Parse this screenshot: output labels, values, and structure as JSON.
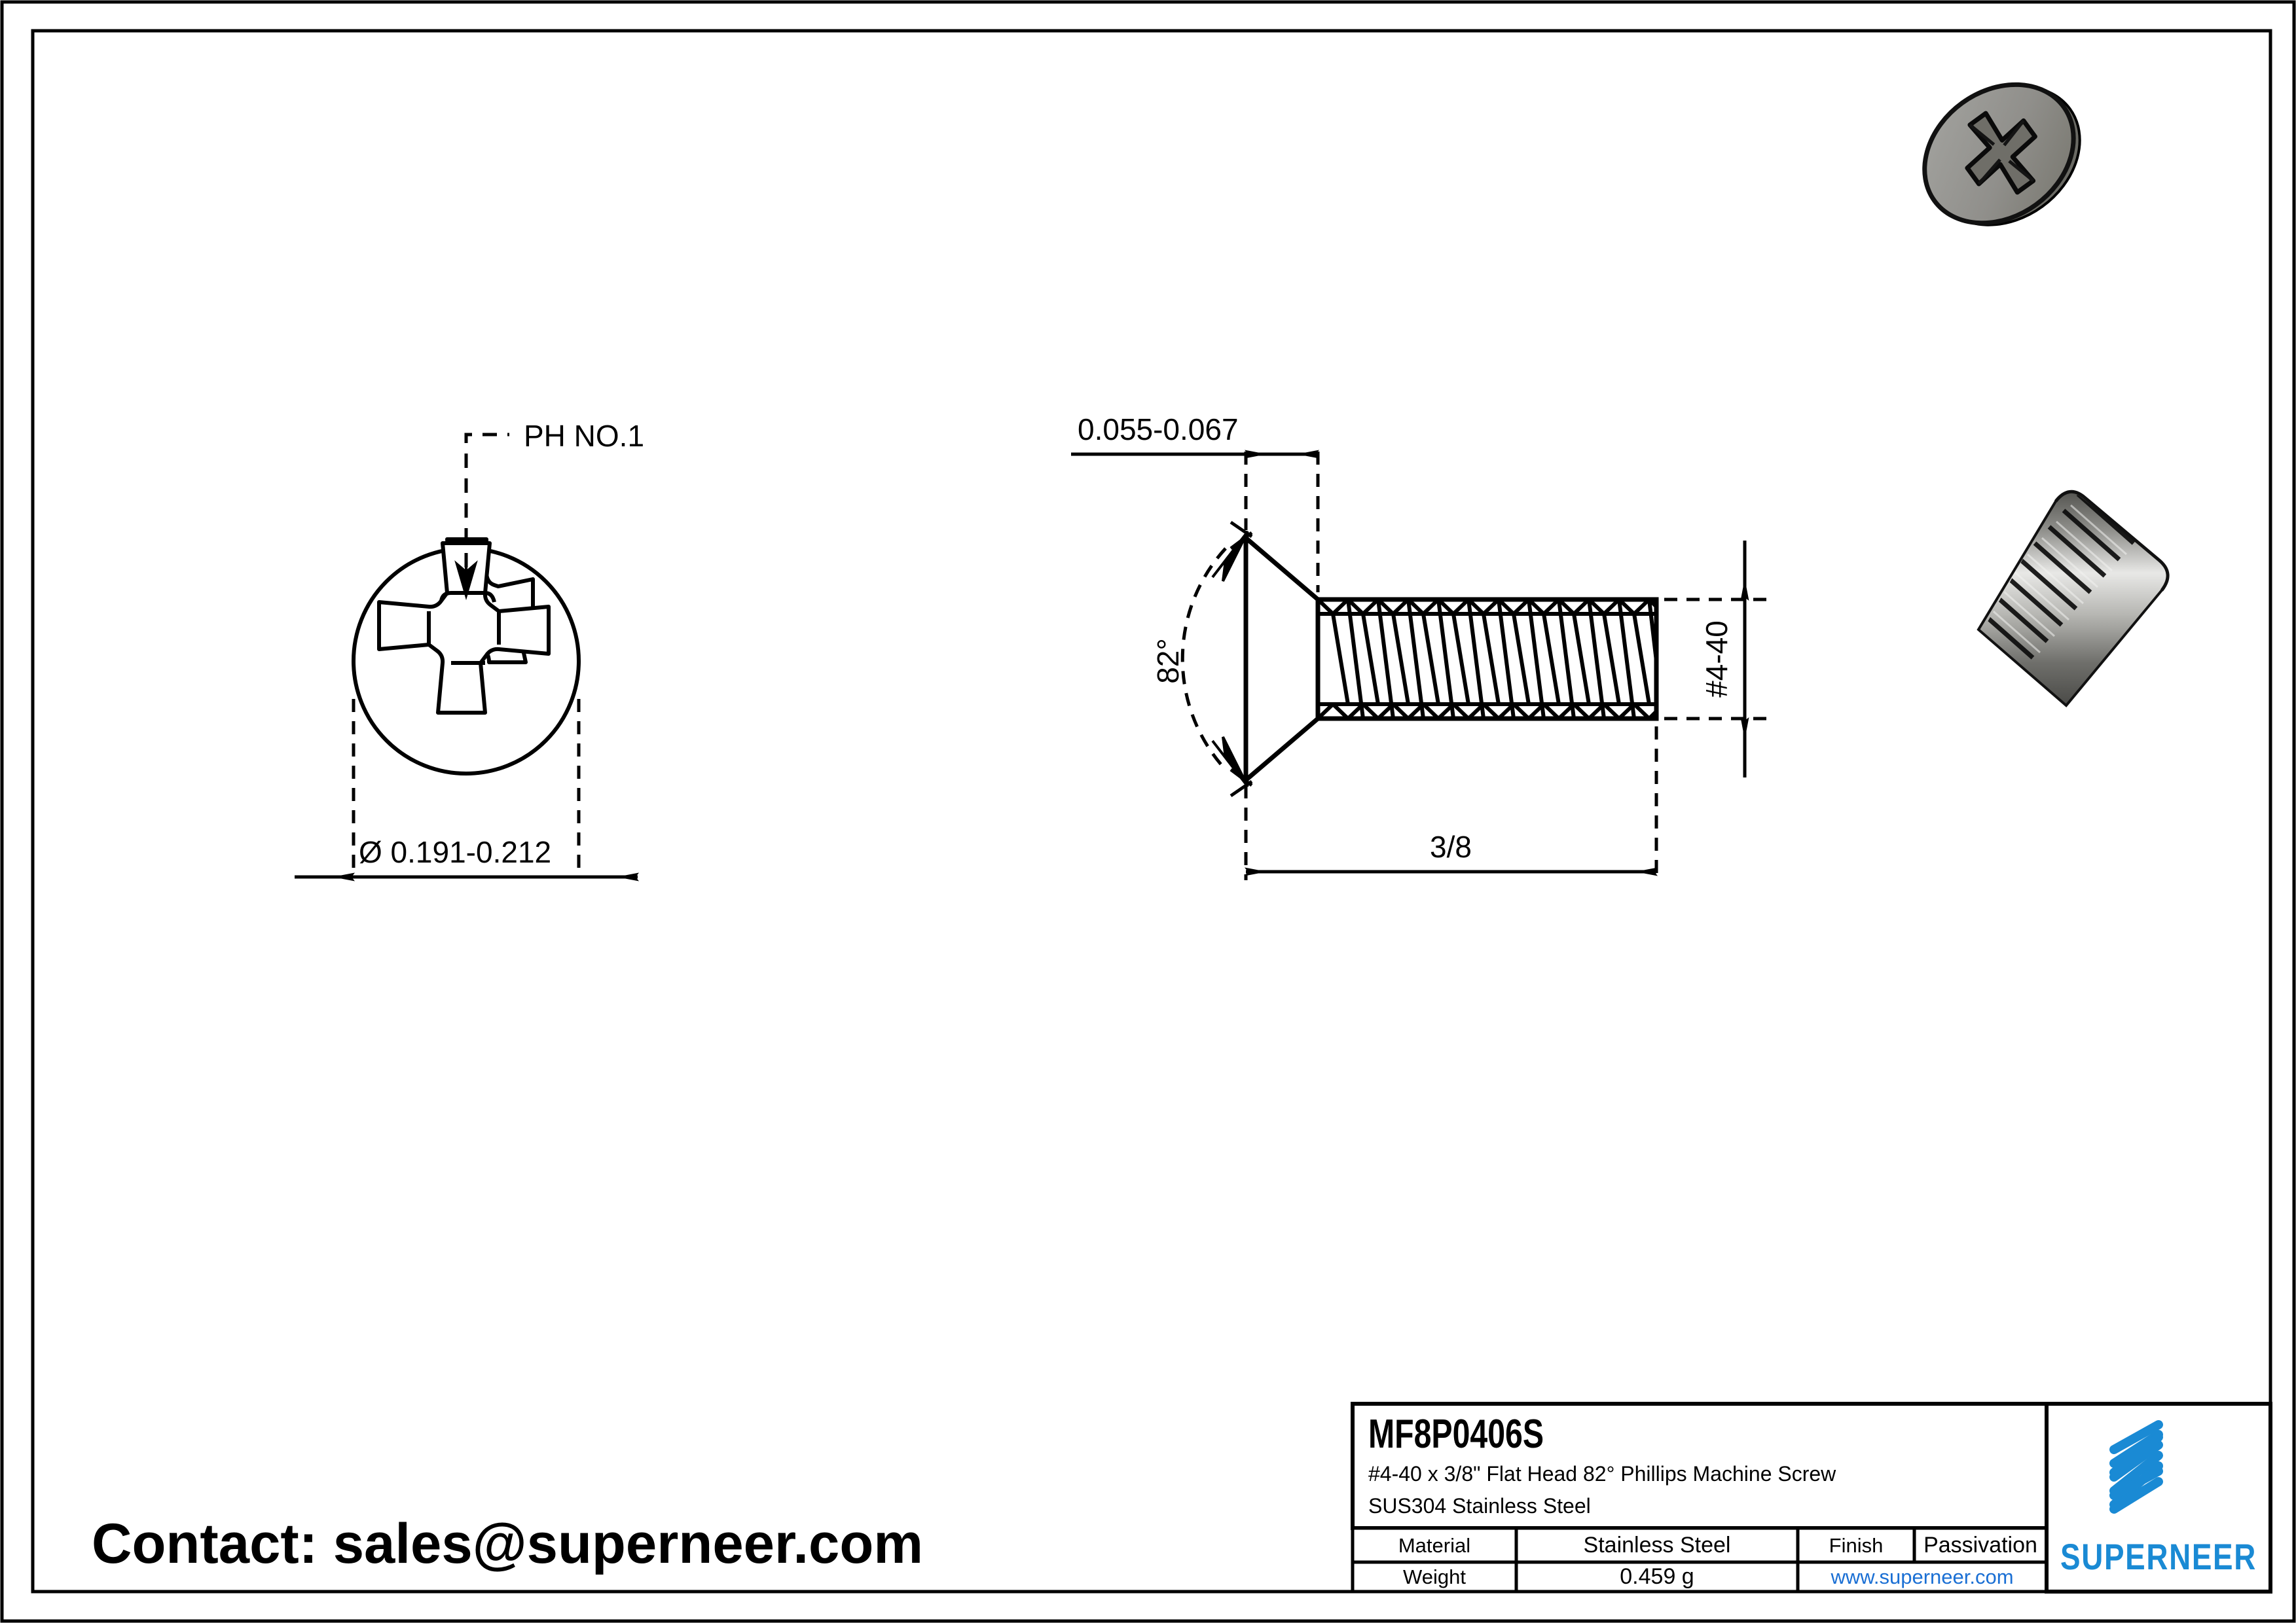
{
  "document": {
    "kind": "engineering-drawing",
    "sheet_border": true
  },
  "views": {
    "end_view": {
      "name": "Phillips drive end view",
      "drive_callout": "PH NO.1",
      "head_diameter_dim": "Ø 0.191-0.212"
    },
    "side_view": {
      "name": "Side profile view",
      "head_height_dim": "0.055-0.067",
      "head_angle_dim": "82°",
      "length_dim": "3/8",
      "thread_dim": "#4-40"
    },
    "iso_view": {
      "name": "3D isometric render of flat head Phillips machine screw"
    }
  },
  "contact": {
    "label": "Contact: sales@superneer.com"
  },
  "title_block": {
    "part_number": "MF8P0406S",
    "description_line1": "#4-40 x 3/8\" Flat Head 82° Phillips Machine Screw",
    "description_line2": "SUS304 Stainless Steel",
    "rows": [
      {
        "label": "Material",
        "value": "Stainless Steel",
        "label2": "Finish",
        "value2": "Passivation"
      },
      {
        "label": "Weight",
        "value": "0.459 g",
        "link": "www.superneer.com"
      }
    ],
    "material_label": "Material",
    "material_value": "Stainless Steel",
    "finish_label": "Finish",
    "finish_value": "Passivation",
    "weight_label": "Weight",
    "weight_value": "0.459 g",
    "website": "www.superneer.com"
  },
  "brand": {
    "name": "SUPERNEER",
    "logo_name": "superneer-logo-bars",
    "accent_color": "#1a8ad4",
    "link_color": "#1a6fd4"
  },
  "colors": {
    "line": "#000000",
    "paper": "#ffffff",
    "metal_light": "#d9d9d9",
    "metal_mid": "#8c8c89",
    "metal_dark": "#6e6e6a"
  }
}
